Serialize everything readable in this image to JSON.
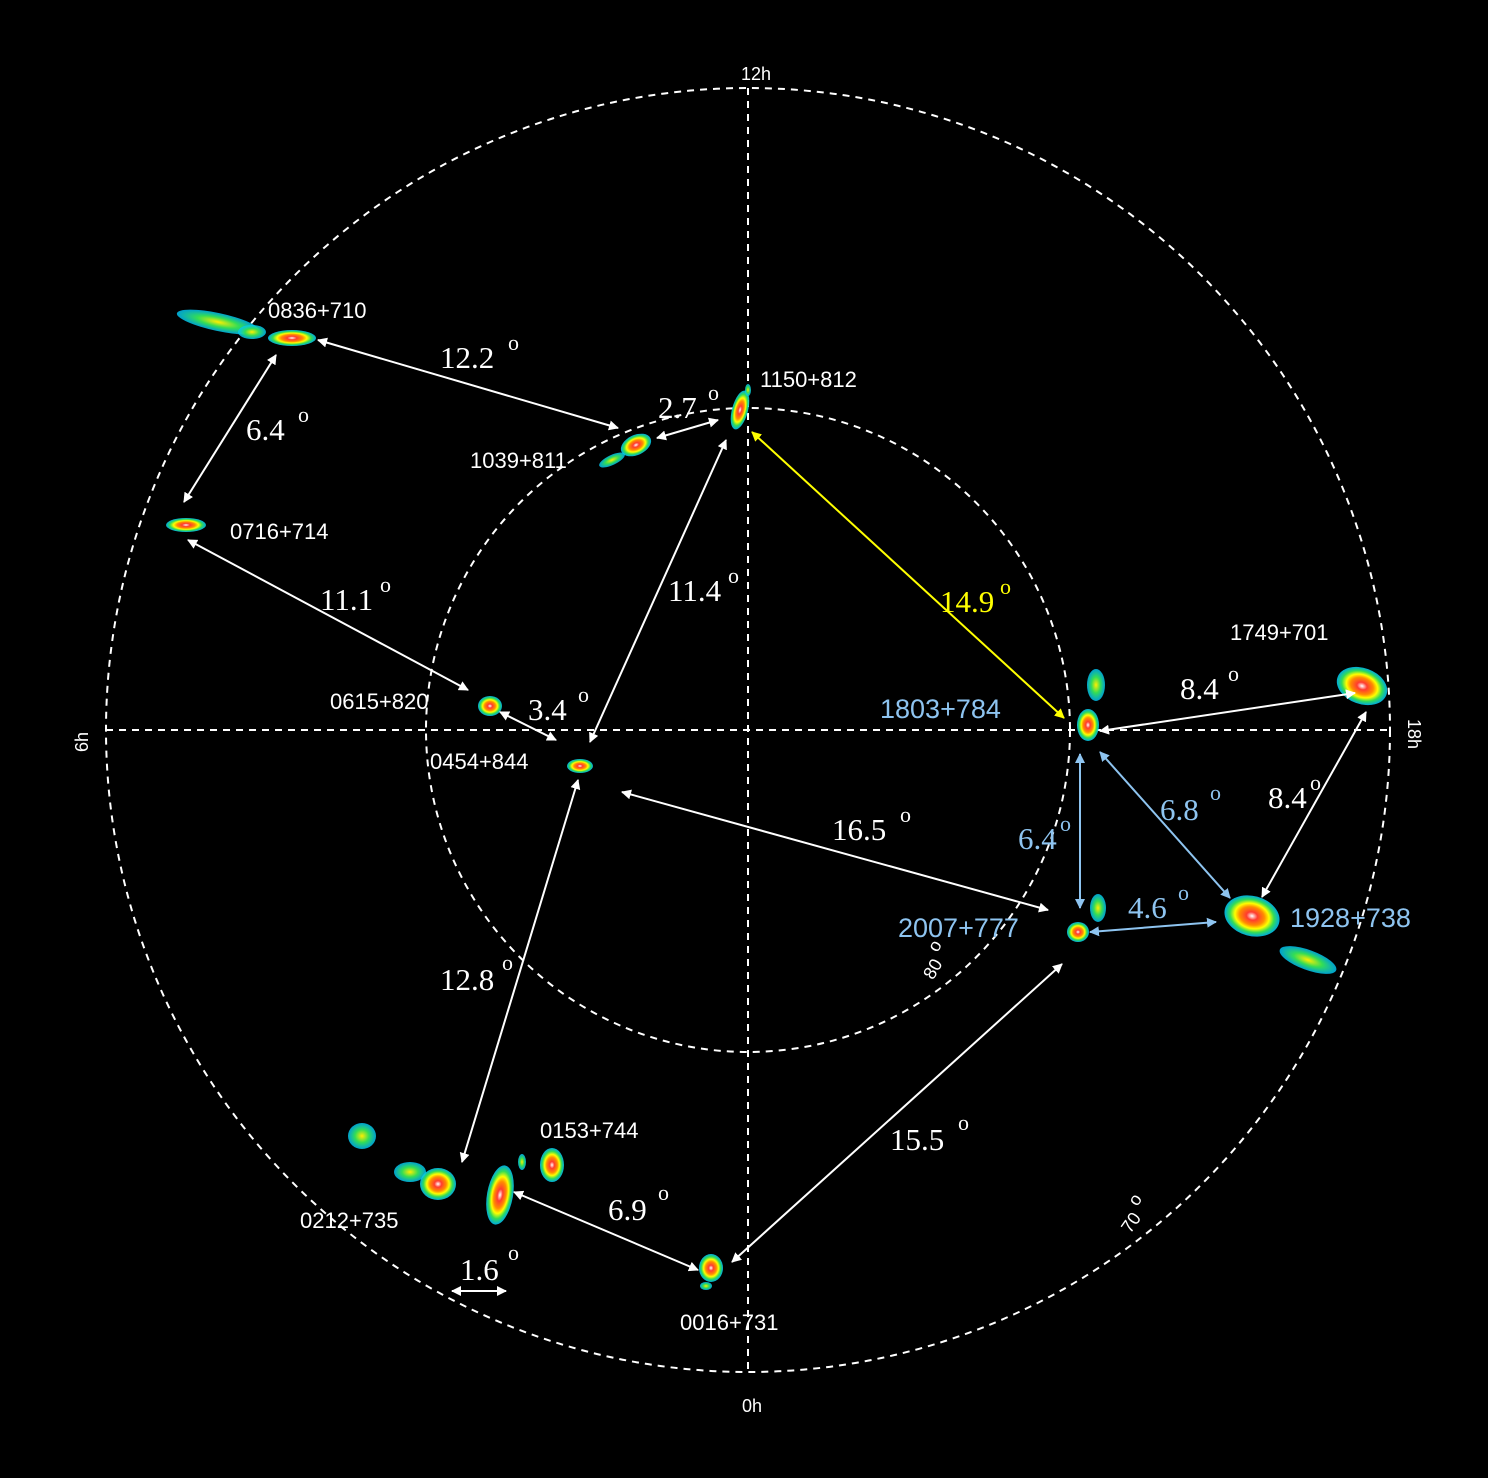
{
  "colors": {
    "background": "#000000",
    "white": "#ffffff",
    "highlight": "#ffff00",
    "blue": "#8ec4f0"
  },
  "axes": {
    "top": "12h",
    "bottom": "0h",
    "left": "6h",
    "right": "18h",
    "dec_inner": "80",
    "dec_outer": "70",
    "degree_symbol": "o"
  },
  "sources": [
    {
      "id": "0836",
      "name": "0836+710",
      "color": "white"
    },
    {
      "id": "1150",
      "name": "1150+812",
      "color": "white"
    },
    {
      "id": "1039",
      "name": "1039+811",
      "color": "white"
    },
    {
      "id": "0716",
      "name": "0716+714",
      "color": "white"
    },
    {
      "id": "1749",
      "name": "1749+701",
      "color": "white"
    },
    {
      "id": "1803",
      "name": "1803+784",
      "color": "blue"
    },
    {
      "id": "0615",
      "name": "0615+820",
      "color": "white"
    },
    {
      "id": "0454",
      "name": "0454+844",
      "color": "white"
    },
    {
      "id": "2007",
      "name": "2007+777",
      "color": "blue"
    },
    {
      "id": "1928",
      "name": "1928+738",
      "color": "blue"
    },
    {
      "id": "0153",
      "name": "0153+744",
      "color": "white"
    },
    {
      "id": "0212",
      "name": "0212+735",
      "color": "white"
    },
    {
      "id": "0016",
      "name": "0016+731",
      "color": "white"
    }
  ],
  "separations": [
    {
      "id": "s1",
      "value": "12.2",
      "color": "white"
    },
    {
      "id": "s2",
      "value": "2.7",
      "color": "white"
    },
    {
      "id": "s3",
      "value": "6.4",
      "color": "white"
    },
    {
      "id": "s4",
      "value": "11.1",
      "color": "white"
    },
    {
      "id": "s5",
      "value": "11.4",
      "color": "white"
    },
    {
      "id": "s6",
      "value": "14.9",
      "color": "highlight"
    },
    {
      "id": "s7",
      "value": "3.4",
      "color": "white"
    },
    {
      "id": "s8",
      "value": "8.4",
      "color": "white"
    },
    {
      "id": "s9",
      "value": "8.4",
      "color": "white"
    },
    {
      "id": "s10",
      "value": "6.8",
      "color": "blue"
    },
    {
      "id": "s11",
      "value": "16.5",
      "color": "white"
    },
    {
      "id": "s12",
      "value": "6.4",
      "color": "blue"
    },
    {
      "id": "s13",
      "value": "4.6",
      "color": "blue"
    },
    {
      "id": "s14",
      "value": "12.8",
      "color": "white"
    },
    {
      "id": "s15",
      "value": "15.5",
      "color": "white"
    },
    {
      "id": "s16",
      "value": "6.9",
      "color": "white"
    },
    {
      "id": "s17",
      "value": "1.6",
      "color": "white"
    }
  ]
}
